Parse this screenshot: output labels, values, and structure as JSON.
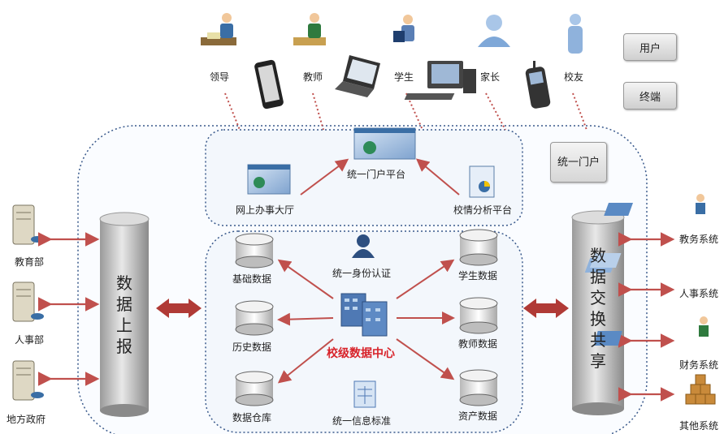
{
  "users": [
    "领导",
    "教师",
    "学生",
    "家长",
    "校友"
  ],
  "legend": {
    "user": "用户",
    "terminal": "终端"
  },
  "portal": {
    "badge": "统一门户",
    "unified_platform": "统一门户平台",
    "online_hall": "网上办事大厅",
    "analysis_platform": "校情分析平台"
  },
  "left_column": {
    "title": "数据上报",
    "entities": [
      "教育部",
      "人事部",
      "地方政府"
    ]
  },
  "right_column": {
    "title": "数据交换共享",
    "systems": [
      "教务系统",
      "人事系统",
      "财务系统",
      "其他系统"
    ]
  },
  "center": {
    "title": "校级数据中心",
    "identity": "统一身份认证",
    "standard": "统一信息标准",
    "left_dbs": [
      "基础数据",
      "历史数据",
      "数据仓库"
    ],
    "right_dbs": [
      "学生数据",
      "教师数据",
      "资产数据"
    ]
  },
  "colors": {
    "arrow": "#c0504d",
    "dotted": "#3a5a8c",
    "cylinder": "#c8c8c8",
    "center_title": "#d8232a"
  }
}
